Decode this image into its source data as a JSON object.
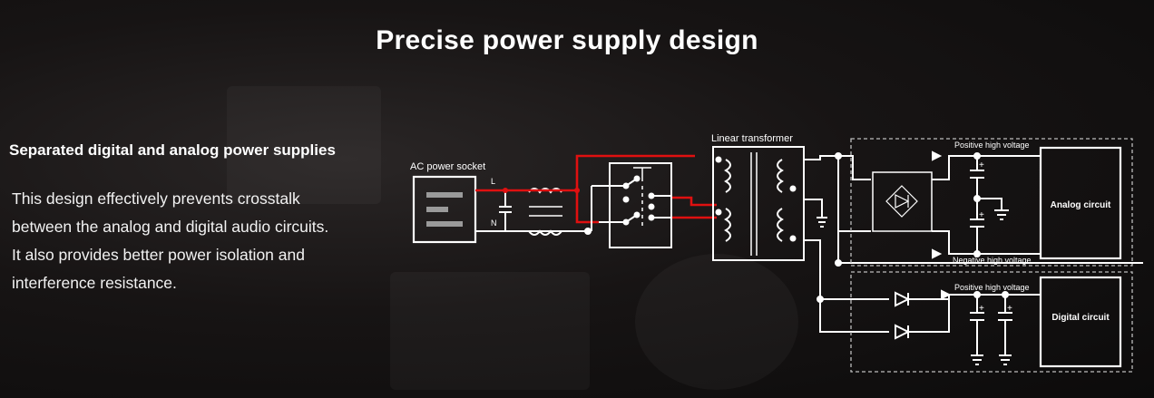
{
  "title": "Precise power supply design",
  "feature": {
    "heading": "Separated digital and analog power supplies",
    "body_lines": [
      "This design effectively prevents crosstalk",
      "between the analog and digital audio circuits.",
      "It also provides better power isolation and",
      "interference resistance."
    ]
  },
  "diagram": {
    "ac_power_socket": "AC power socket",
    "line_label": "L",
    "neutral_label": "N",
    "linear_transformer": "Linear transformer",
    "positive_high_voltage_top": "Positive high voltage",
    "negative_high_voltage": "Negative high voltage",
    "positive_high_voltage_bottom": "Positive high voltage",
    "analog_circuit": "Analog circuit",
    "digital_circuit": "Digital circuit",
    "plus_sign": "+"
  },
  "colors": {
    "background": "#141212",
    "wire": "#ffffff",
    "live_wire": "#e01010",
    "box_border": "#bdbdbd"
  }
}
